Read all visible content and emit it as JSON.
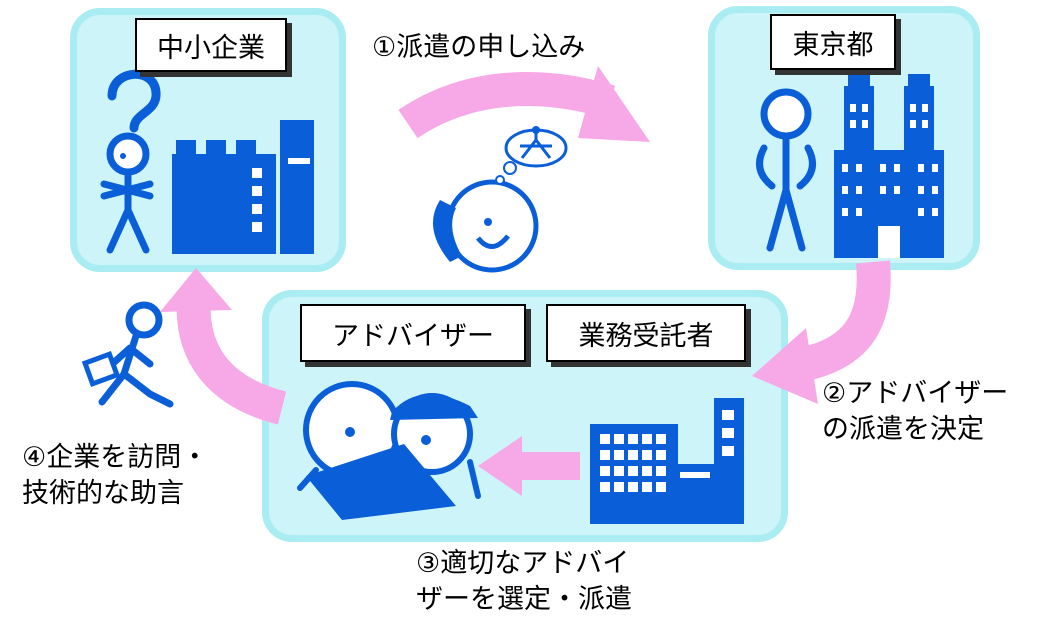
{
  "boxes": {
    "sme": "中小企業",
    "tokyo": "東京都",
    "advisor": "アドバイザー",
    "contractor": "業務受託者"
  },
  "steps": {
    "step1": "①派遣の申し込み",
    "step2_line1": "②アドバイザー",
    "step2_line2": "の派遣を決定",
    "step3_line1": "③適切なアドバイ",
    "step3_line2": "ザーを選定・派遣",
    "step4_line1": "④企業を訪問・",
    "step4_line2": "技術的な助言"
  },
  "colors": {
    "panel_fill": "#cdf4f8",
    "panel_border": "#a9ecf2",
    "arrow": "#f7a8e6",
    "figure": "#0a5fd8"
  },
  "icons": [
    "question-mark-icon",
    "factory-icon",
    "tokyo-government-building-icon",
    "phone-person-icon",
    "advisor-people-icon",
    "walking-person-icon",
    "office-building-icon"
  ]
}
